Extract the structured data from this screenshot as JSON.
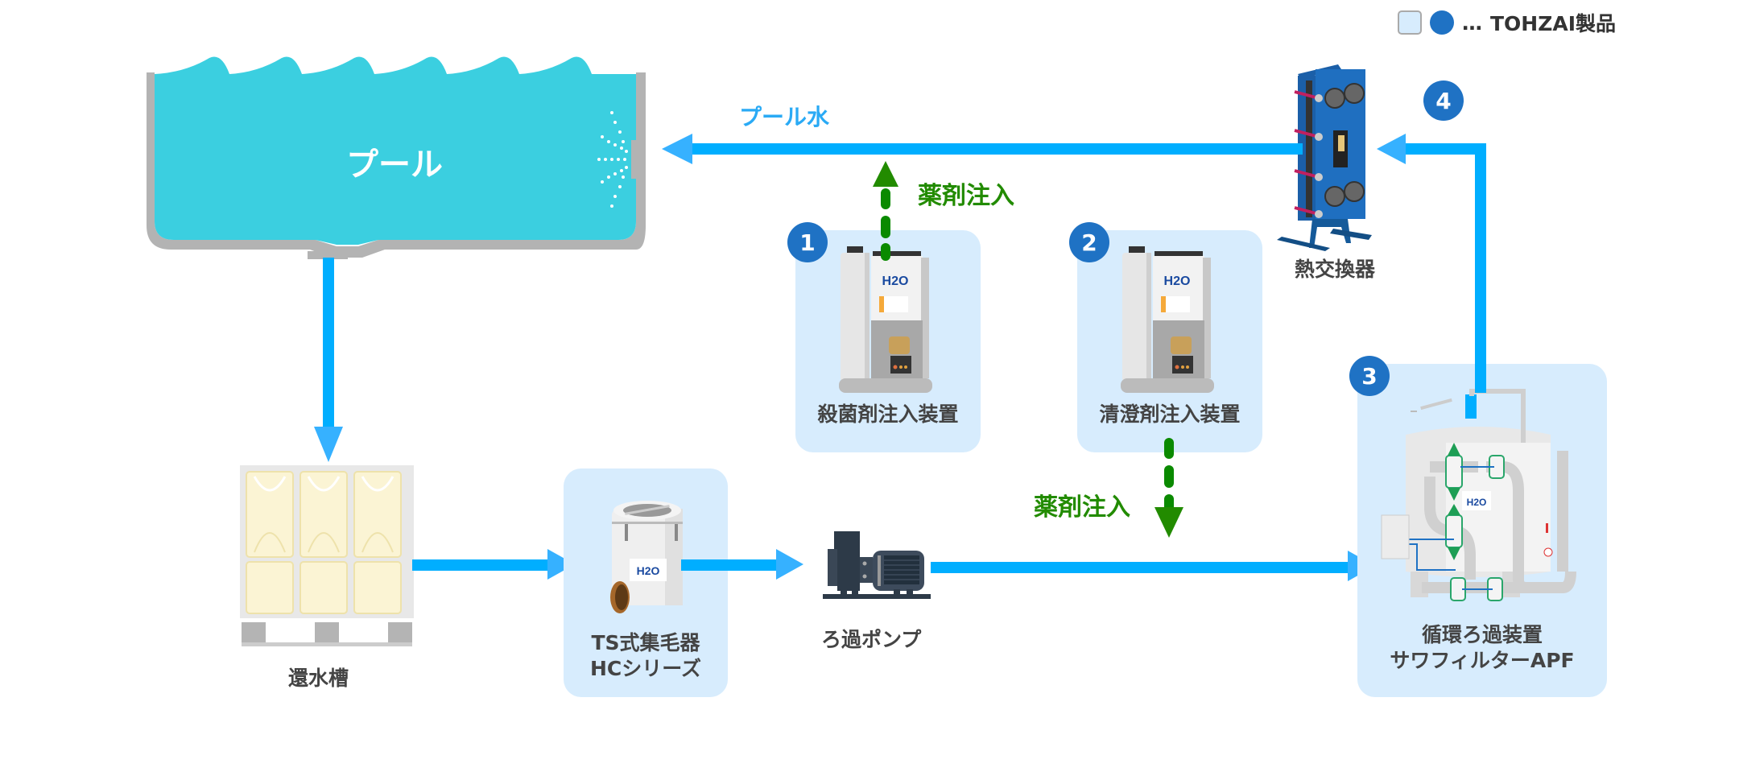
{
  "legend": {
    "ellipsis": "…",
    "text": "TOHZAI製品",
    "card_color": "#d7ecfd",
    "badge_color": "#1f72c4"
  },
  "pool": {
    "label": "プール",
    "water_color": "#3bcfe0",
    "wall_color": "#b3b3b3"
  },
  "flow_labels": {
    "pool_water": "プール水",
    "chemical_injection_1": "薬剤注入",
    "chemical_injection_2": "薬剤注入"
  },
  "colors": {
    "pipe": "#00aeff",
    "arrow_head": "#36b1ff",
    "chemical": "#0a8a00",
    "chemical_head": "#228b00",
    "text": "#444444"
  },
  "components": {
    "return_tank": {
      "label": "還水槽"
    },
    "hair_catcher": {
      "line1": "TS式集毛器",
      "line2": "HCシリーズ",
      "logo": "H2O"
    },
    "filter_pump": {
      "label": "ろ過ポンプ"
    },
    "sterilizer_injector": {
      "badge": "1",
      "label": "殺菌剤注入装置",
      "logo": "H2O"
    },
    "clarifier_injector": {
      "badge": "2",
      "label": "清澄剤注入装置",
      "logo": "H2O"
    },
    "filtration_unit": {
      "badge": "3",
      "line1": "循環ろ過装置",
      "line2": "サワフィルターAPF",
      "logo": "H2O"
    },
    "heat_exchanger": {
      "badge": "4",
      "label": "熱交換器"
    }
  }
}
